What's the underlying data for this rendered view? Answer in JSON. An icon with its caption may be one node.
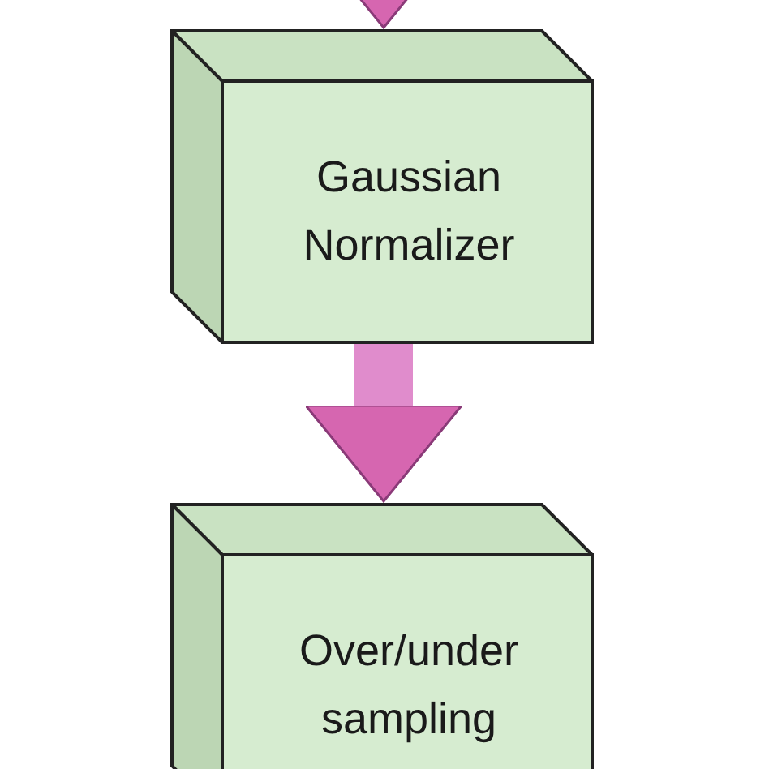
{
  "diagram": {
    "nodes": [
      {
        "text": [
          "Gaussian Normalizer"
        ]
      },
      {
        "text": [
          "Over/under sampling"
        ]
      }
    ],
    "edges": [
      {
        "from": null,
        "to": 0,
        "arrow": "to"
      },
      {
        "from": 0,
        "to": 1,
        "arrow": "to"
      }
    ]
  }
}
